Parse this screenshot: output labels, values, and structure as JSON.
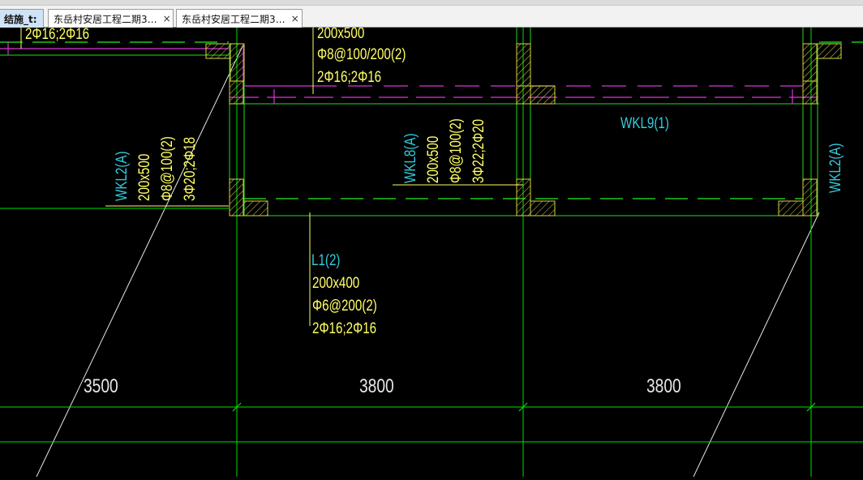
{
  "tabs": [
    {
      "label": "结施_t:",
      "active": true
    },
    {
      "label": "东岳村安居工程二期3…",
      "active": false
    },
    {
      "label": "东岳村安居工程二期3…",
      "active": false
    }
  ],
  "tab_close_glyph": "×",
  "colors": {
    "background": "#000000",
    "grid_green": "#00e000",
    "yellow": "#ffff66",
    "cyan": "#33ccdd",
    "magenta": "#dd33dd",
    "dashed": "#22ee22",
    "hatch": "#d8d840",
    "white": "#e8e8e8"
  },
  "annotations": {
    "top_left": "2Φ16;2Φ16",
    "top_center_1": "200x500",
    "top_center_2": "Φ8@100/200(2)",
    "top_center_3": "2Φ16;2Φ16",
    "wkl2_left_name": "WKL2(A)",
    "wkl2_left_size": "200x500",
    "wkl2_left_stirrup": "Φ8@100(2)",
    "wkl2_left_rebar": "3Φ20;2Φ18",
    "wkl8_name": "WKL8(A)",
    "wkl8_size": "200x500",
    "wkl8_stirrup": "Φ8@100(2)",
    "wkl8_rebar": "3Φ22;2Φ20",
    "wkl9_name": "WKL9(1)",
    "wkl2_right_name": "WKL2(A)",
    "l1_name": "L1(2)",
    "l1_size": "200x400",
    "l1_stirrup": "Φ6@200(2)",
    "l1_rebar": "2Φ16;2Φ16"
  },
  "dimensions": [
    "3500",
    "3800",
    "3800"
  ]
}
